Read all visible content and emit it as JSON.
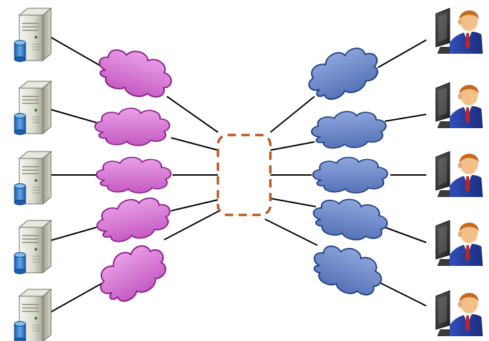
{
  "diagram": {
    "servers": [
      {
        "icon": "database-server-icon"
      },
      {
        "icon": "database-server-icon"
      },
      {
        "icon": "database-server-icon"
      },
      {
        "icon": "database-server-icon"
      },
      {
        "icon": "database-server-icon"
      }
    ],
    "users": [
      {
        "icon": "user-at-computer-icon"
      },
      {
        "icon": "user-at-computer-icon"
      },
      {
        "icon": "user-at-computer-icon"
      },
      {
        "icon": "user-at-computer-icon"
      },
      {
        "icon": "user-at-computer-icon"
      }
    ],
    "left_clouds": 5,
    "right_clouds": 5,
    "center_node": {
      "style": "dashed-rounded-box"
    },
    "colors": {
      "left_cloud_fill": "#d872d4",
      "left_cloud_stroke": "#8b1d8c",
      "right_cloud_fill": "#6a86c6",
      "right_cloud_stroke": "#1f3f86",
      "center_box_stroke": "#b95a1e",
      "link_line": "#000000"
    }
  }
}
